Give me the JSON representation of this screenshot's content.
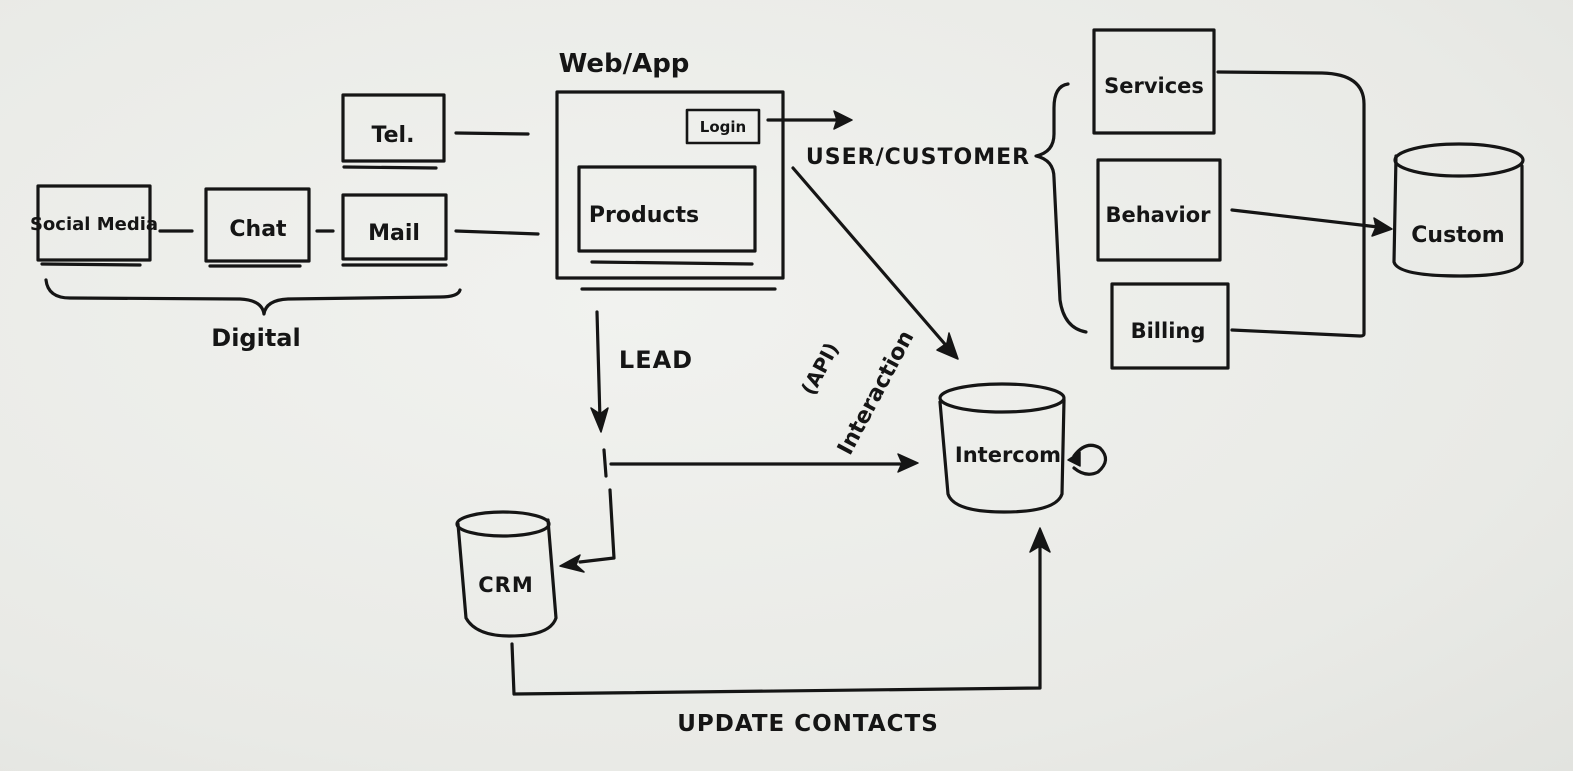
{
  "nodes": {
    "social_media": "Social Media",
    "chat": "Chat",
    "mail": "Mail",
    "tel": "Tel.",
    "web_app": "Web/App",
    "login": "Login",
    "products": "Products",
    "services": "Services",
    "behavior": "Behavior",
    "billing": "Billing",
    "custom": "Custom",
    "intercom": "Intercom",
    "crm": "CRM"
  },
  "labels": {
    "digital": "Digital",
    "user_customer": "USER/CUSTOMER",
    "lead": "LEAD",
    "api": "(API)",
    "interaction": "Interaction",
    "update_contacts": "UPDATE CONTACTS"
  },
  "colors": {
    "ink": "#151515",
    "paper": "#ecedea"
  }
}
